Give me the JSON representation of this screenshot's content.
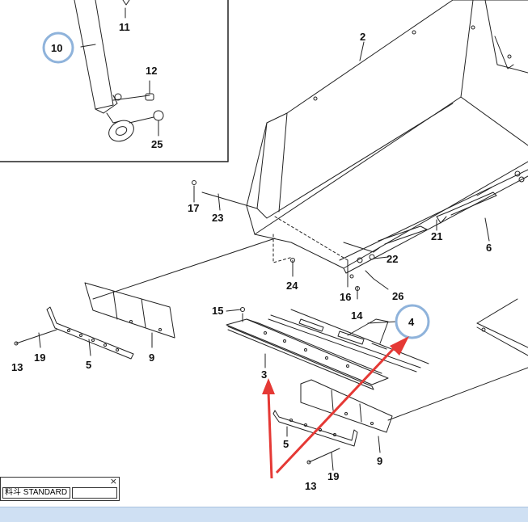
{
  "callouts": {
    "c2": "2",
    "c3": "3",
    "c4": "4",
    "c5a": "5",
    "c5b": "5",
    "c6": "6",
    "c9a": "9",
    "c9b": "9",
    "c10": "10",
    "c11": "11",
    "c12": "12",
    "c13a": "13",
    "c13b": "13",
    "c14": "14",
    "c15": "15",
    "c16": "16",
    "c17": "17",
    "c19a": "19",
    "c19b": "19",
    "c21": "21",
    "c22": "22",
    "c23": "23",
    "c24": "24",
    "c25": "25",
    "c26": "26"
  },
  "title_box": {
    "close_glyph": "×",
    "label": "料斗 STANDARD"
  },
  "colors": {
    "line": "#222222",
    "highlight_circle": "#8fb3db",
    "arrow": "#e53935",
    "status_bar": "#cfe0f3"
  }
}
